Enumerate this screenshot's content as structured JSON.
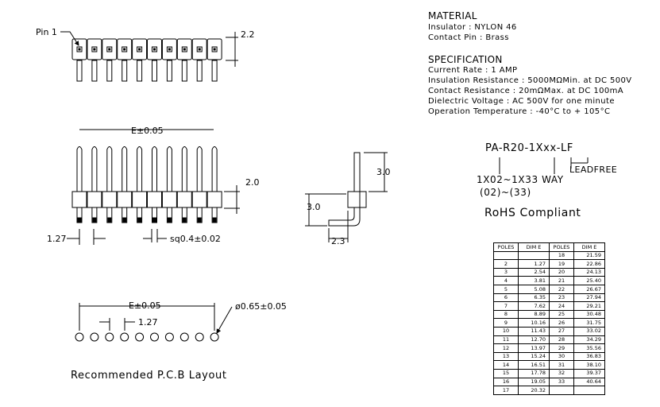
{
  "labels": {
    "pin1": "Pin 1",
    "dim_top": "2.2",
    "dim_e1": "E±0.05",
    "dim_20": "2.0",
    "dim_127": "1.27",
    "dim_sq": "sq0.4±0.02",
    "side_30_top": "3.0",
    "side_30_left": "3.0",
    "side_23": "2.3",
    "pcb_e": "E±0.05",
    "pcb_127": "1.27",
    "pcb_hole": "ø0.65±0.05",
    "pcb_caption": "Recommended P.C.B Layout"
  },
  "material": {
    "title": "MATERIAL",
    "lines": [
      "Insulator : NYLON 46",
      "Contact Pin : Brass"
    ]
  },
  "specification": {
    "title": "SPECIFICATION",
    "lines": [
      "Current Rate : 1 AMP",
      "Insulation Resistance : 5000MΩMin. at DC 500V",
      "Contact Resistance : 20mΩMax. at DC 100mA",
      "Dielectric Voltage : AC 500V for one minute",
      "Operation Temperature : -40°C to + 105°C"
    ]
  },
  "part_number": {
    "code": "PA-R20-1Xxx-LF",
    "leadfree": "LEADFREE",
    "way": "1X02~1X33 WAY",
    "range": "(02)~(33)",
    "rohs": "RoHS Compliant"
  },
  "dim_table": {
    "headers": [
      "POLES",
      "DIM E",
      "POLES",
      "DIM E"
    ],
    "rows": [
      [
        "",
        "",
        "18",
        "21.59"
      ],
      [
        "2",
        "1.27",
        "19",
        "22.86"
      ],
      [
        "3",
        "2.54",
        "20",
        "24.13"
      ],
      [
        "4",
        "3.81",
        "21",
        "25.40"
      ],
      [
        "5",
        "5.08",
        "22",
        "26.67"
      ],
      [
        "6",
        "6.35",
        "23",
        "27.94"
      ],
      [
        "7",
        "7.62",
        "24",
        "29.21"
      ],
      [
        "8",
        "8.89",
        "25",
        "30.48"
      ],
      [
        "9",
        "10.16",
        "26",
        "31.75"
      ],
      [
        "10",
        "11.43",
        "27",
        "33.02"
      ],
      [
        "11",
        "12.70",
        "28",
        "34.29"
      ],
      [
        "12",
        "13.97",
        "29",
        "35.56"
      ],
      [
        "13",
        "15.24",
        "30",
        "36.83"
      ],
      [
        "14",
        "16.51",
        "31",
        "38.10"
      ],
      [
        "15",
        "17.78",
        "32",
        "39.37"
      ],
      [
        "16",
        "19.05",
        "33",
        "40.64"
      ],
      [
        "17",
        "20.32",
        "",
        ""
      ]
    ]
  }
}
